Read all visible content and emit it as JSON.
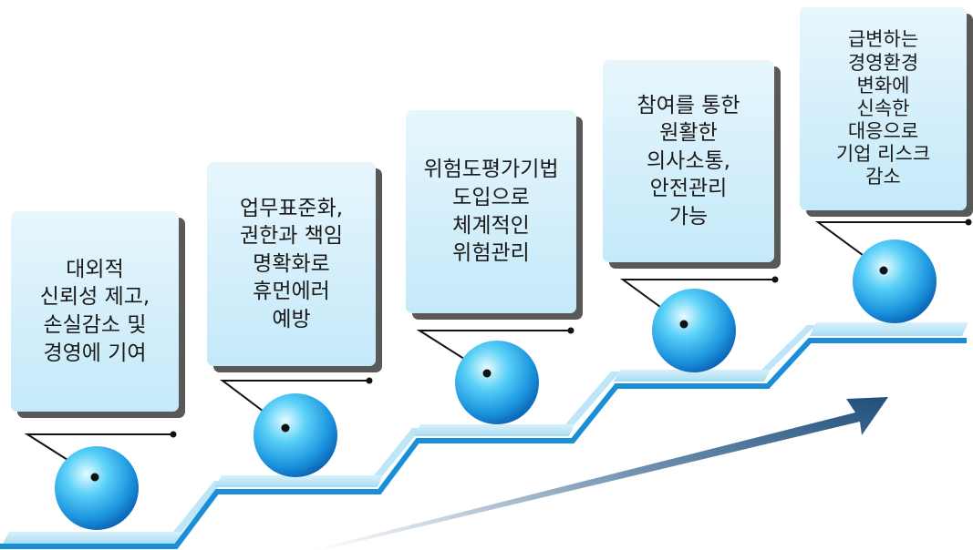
{
  "colors": {
    "step_top": "#bfe6f8",
    "step_edge": "#1a8fd8",
    "card_bg": "#cdebf9",
    "card_shadow": "#595959",
    "sphere_light": "#e6fbff",
    "sphere_mid": "#2fb9ef",
    "sphere_dark": "#0a63b8",
    "arrow_dark": "#1f5d8c",
    "arrow_light": "#ffffff"
  },
  "stages": [
    {
      "text": "대외적\n신뢰성 제고,\n손실감소 및\n경영에 기여"
    },
    {
      "text": "업무표준화,\n권한과 책임\n명확화로\n휴먼에러\n예방"
    },
    {
      "text": "위험도평가기법\n도입으로\n체계적인\n위험관리"
    },
    {
      "text": "참여를 통한\n원활한\n의사소통,\n안전관리\n가능"
    },
    {
      "text": "급변하는\n경영환경\n변화에\n신속한\n대응으로\n기업 리스크\n감소"
    }
  ]
}
